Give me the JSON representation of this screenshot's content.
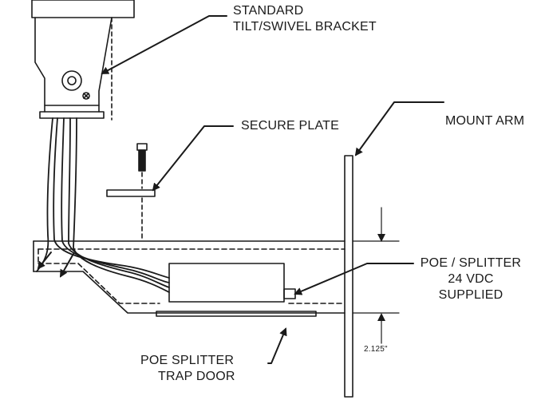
{
  "labels": {
    "bracket_line1": "STANDARD",
    "bracket_line2": "TILT/SWIVEL BRACKET",
    "mount_arm": "MOUNT ARM",
    "secure_plate": "SECURE PLATE",
    "poe_line1": "POE / SPLITTER",
    "poe_line2": "24 VDC",
    "poe_line3": "SUPPLIED",
    "trap_line1": "POE SPLITTER",
    "trap_line2": "TRAP DOOR",
    "dimension": "2.125\""
  },
  "colors": {
    "line": "#1a1a1a",
    "background": "#ffffff"
  }
}
